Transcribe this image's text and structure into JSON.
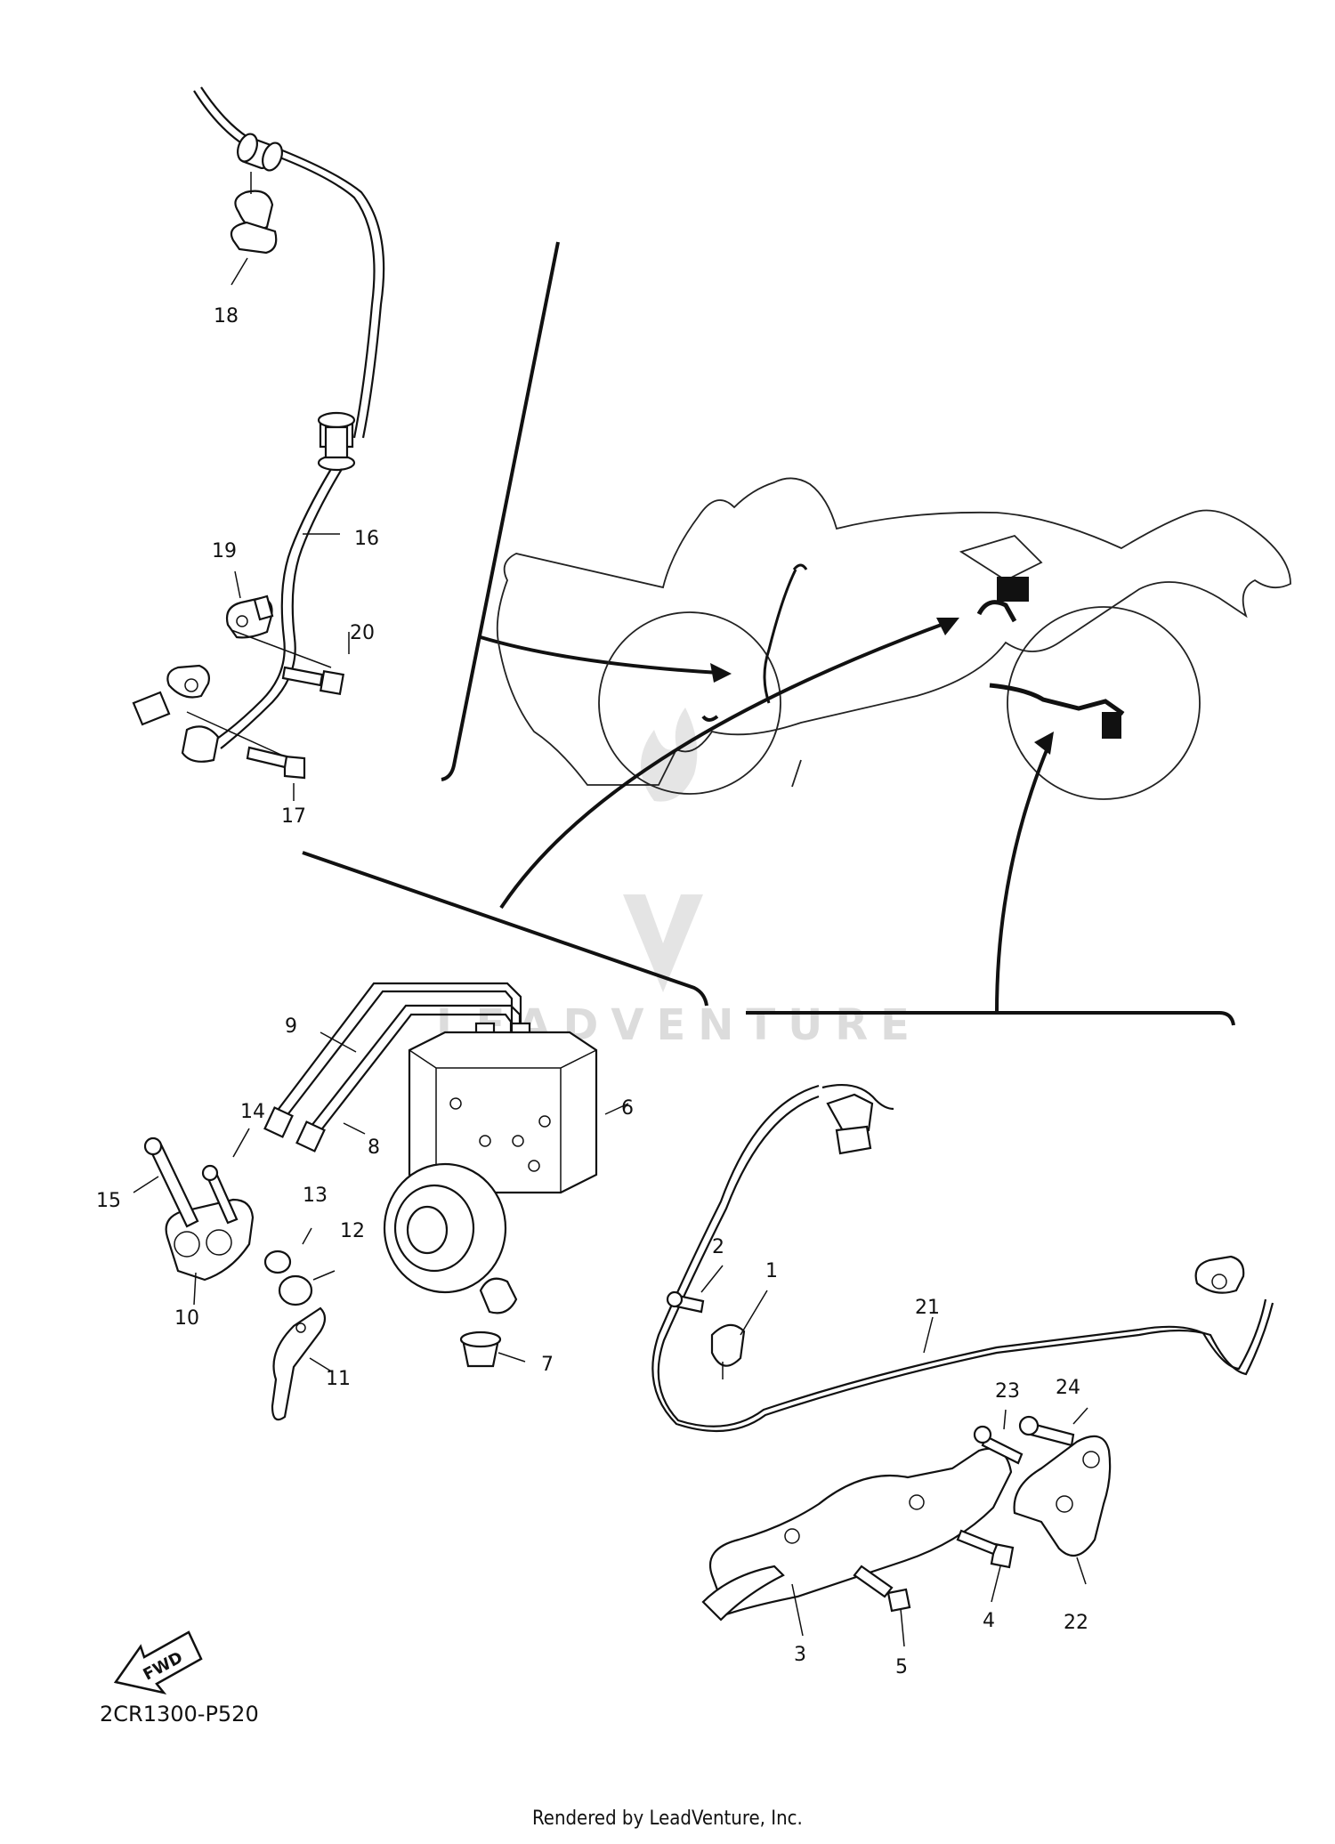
{
  "diagram_code": "2CR1300-P520",
  "render_credit": "Rendered by LeadVenture, Inc.",
  "watermark_text": "LEADVENTURE",
  "fwd_label": "FWD",
  "part_labels": {
    "p1": "1",
    "p2": "2",
    "p3": "3",
    "p4": "4",
    "p5": "5",
    "p6": "6",
    "p7": "7",
    "p8": "8",
    "p9": "9",
    "p10": "10",
    "p11": "11",
    "p12": "12",
    "p13": "13",
    "p14": "14",
    "p15": "15",
    "p16": "16",
    "p17": "17",
    "p18": "18",
    "p19": "19",
    "p20": "20",
    "p21": "21",
    "p22": "22",
    "p23": "23",
    "p24": "24"
  },
  "colors": {
    "line": "#111111",
    "watermark": "#d9d9d9",
    "background": "#ffffff"
  }
}
